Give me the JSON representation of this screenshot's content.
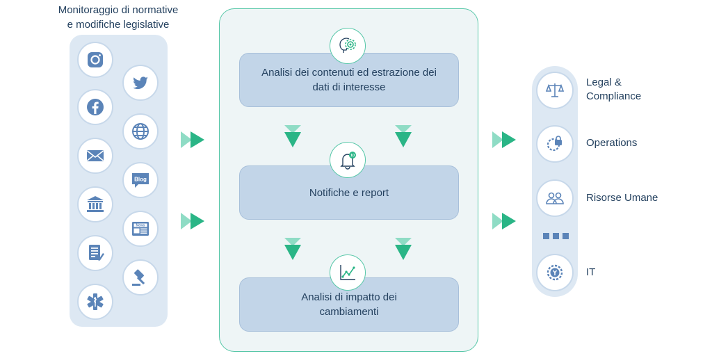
{
  "left": {
    "title_line1": "Monitoraggio di normative",
    "title_line2": "e modifiche legislative",
    "sources": [
      "instagram-icon",
      "twitter-icon",
      "facebook-icon",
      "web-globe-icon",
      "email-icon",
      "blog-icon",
      "government-building-icon",
      "news-icon",
      "document-icon",
      "gavel-icon",
      "medical-icon"
    ]
  },
  "center": {
    "steps": [
      {
        "label": "Analisi dei contenuti ed estrazione dei dati di interesse",
        "icon": "ai-head-gear-icon"
      },
      {
        "label": "Notifiche e report",
        "icon": "notification-bell-icon",
        "badge": "10"
      },
      {
        "label": "Analisi di impatto dei cambiamenti",
        "icon": "line-chart-icon"
      }
    ]
  },
  "right": {
    "departments": [
      {
        "label_line1": "Legal &",
        "label_line2": "Compliance",
        "icon": "scales-icon"
      },
      {
        "label_line1": "Operations",
        "label_line2": "",
        "icon": "gear-lock-icon"
      },
      {
        "label_line1": "Risorse Umane",
        "label_line2": "",
        "icon": "people-icon"
      },
      {
        "label_line1": "IT",
        "label_line2": "",
        "icon": "gear-wrench-icon"
      }
    ]
  },
  "colors": {
    "accent": "#2ab586",
    "accent_light": "#8fdcc5",
    "icon_blue": "#5b84b8",
    "panel_blue": "#dde8f3",
    "step_blue": "#c2d5e8",
    "text": "#24415f"
  }
}
